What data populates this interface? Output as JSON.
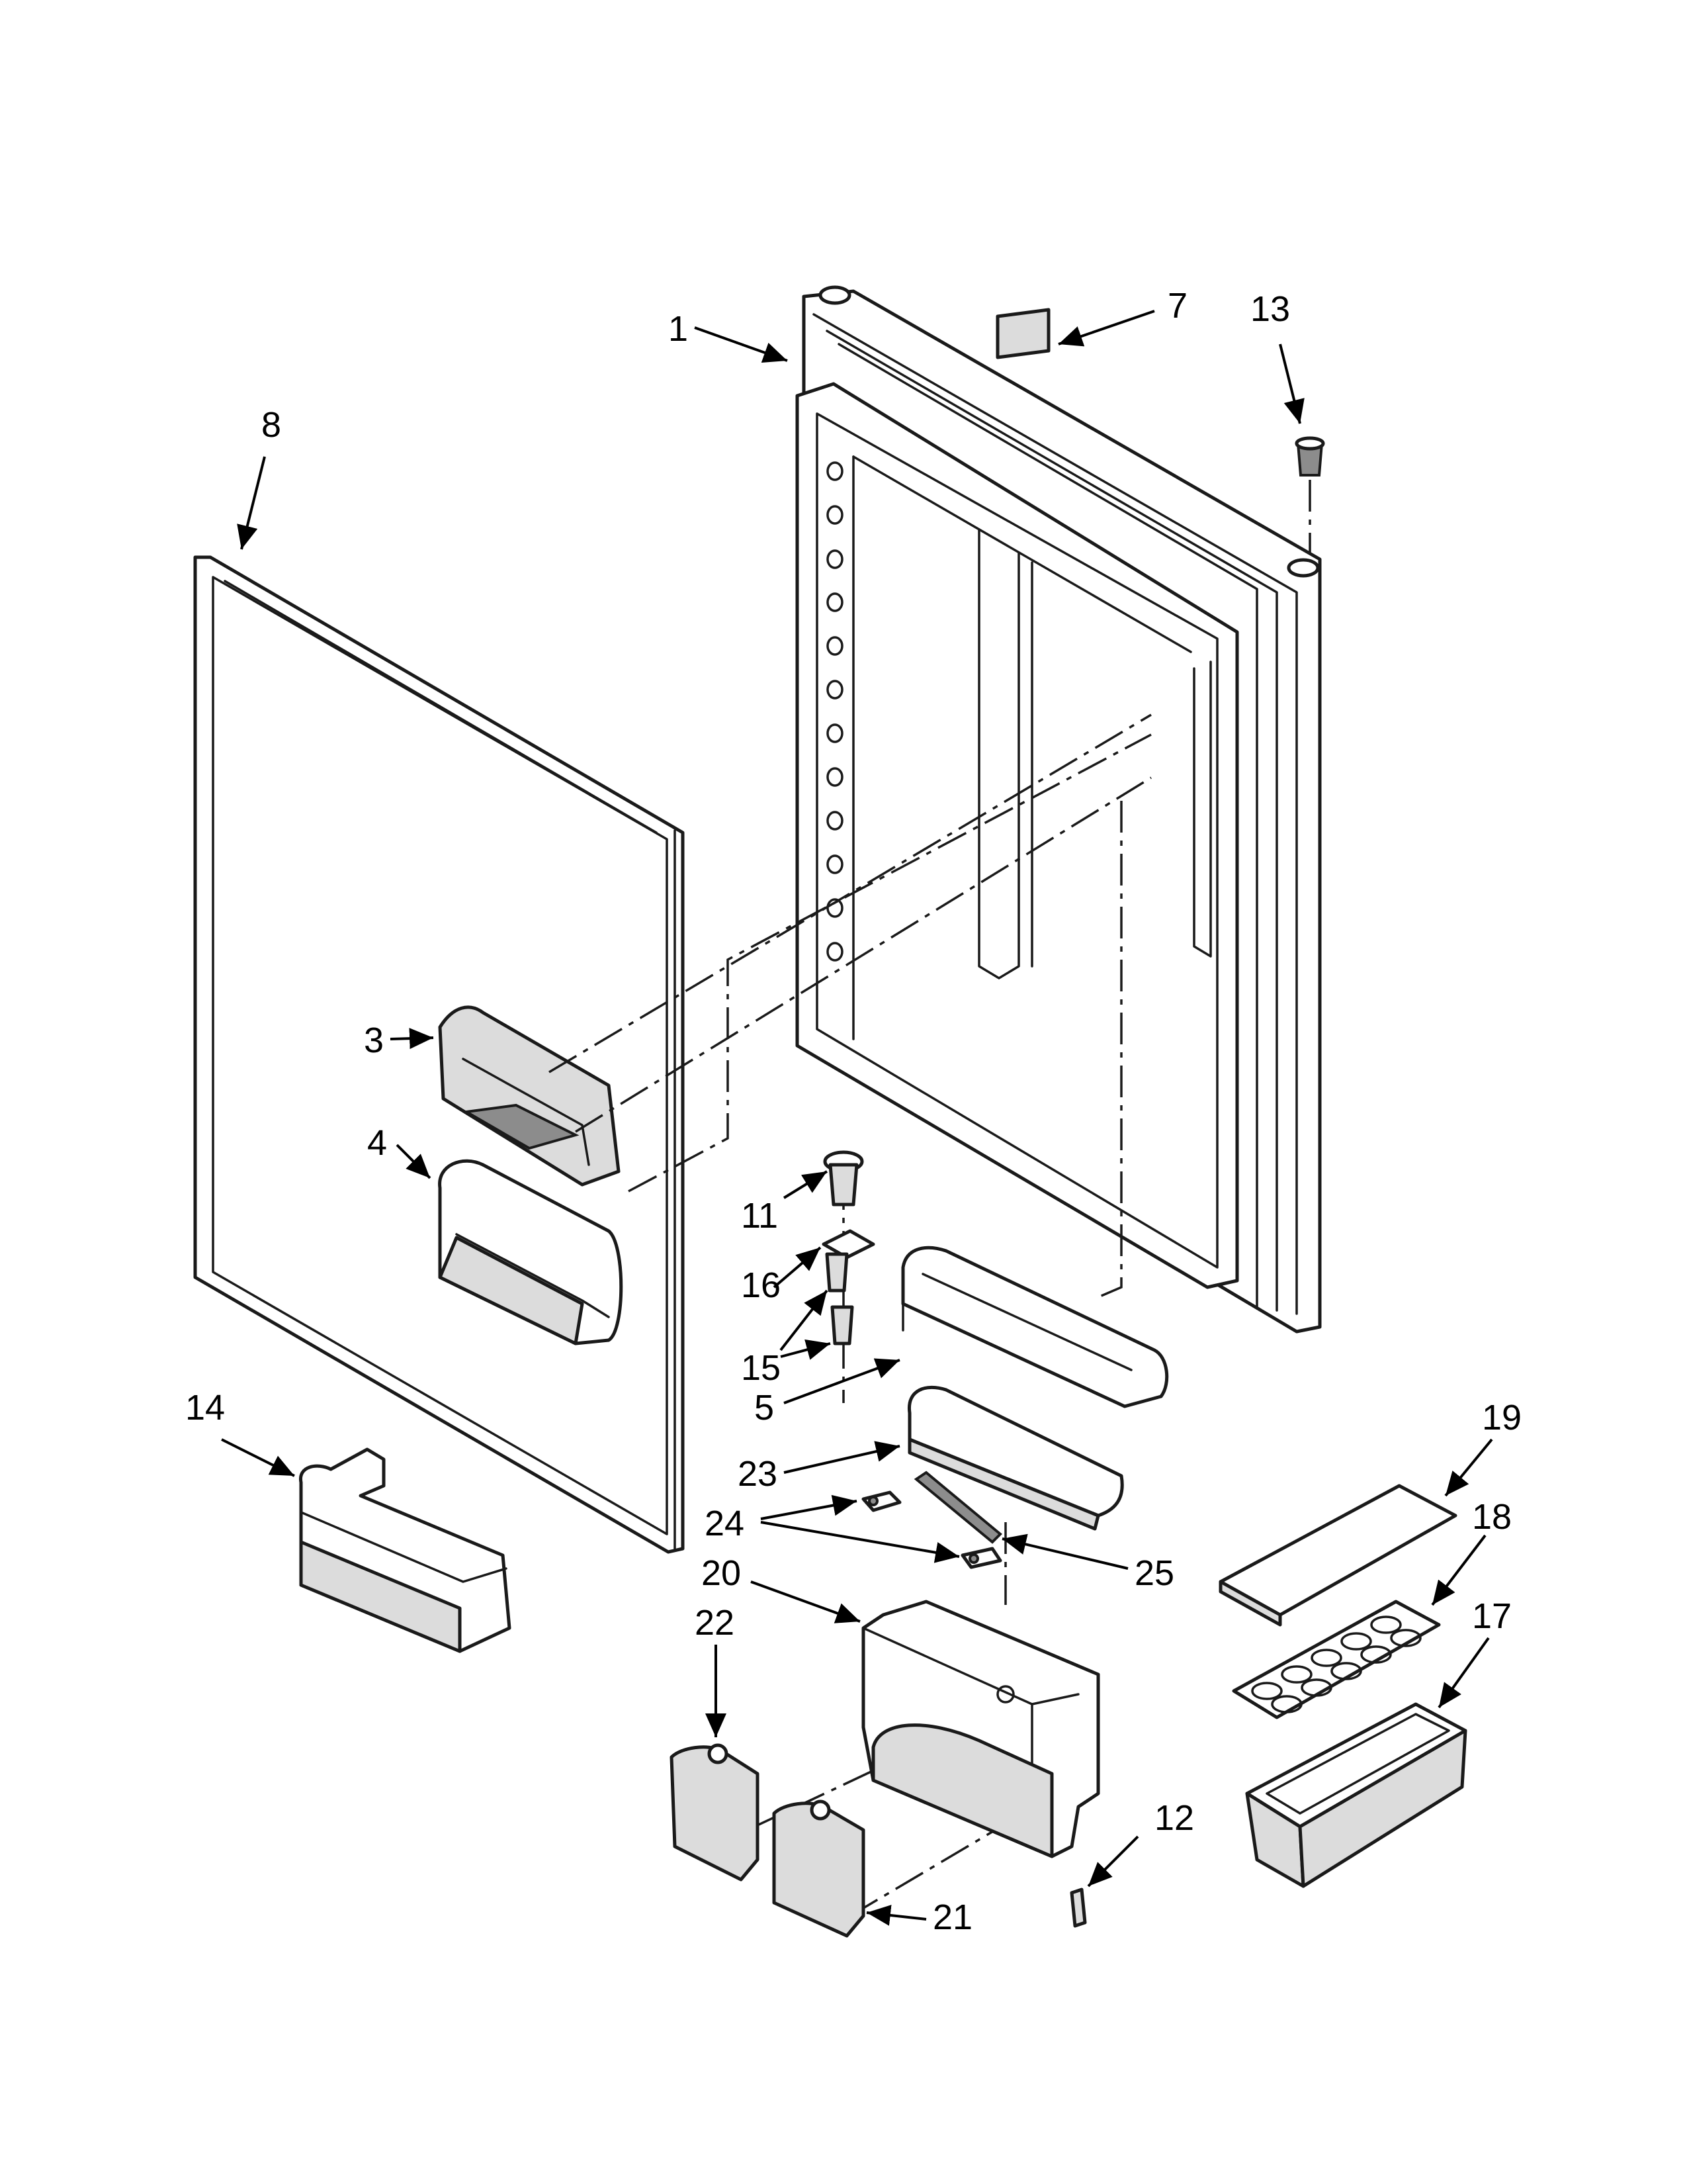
{
  "diagram": {
    "parts": [
      {
        "id": "1",
        "label": "1"
      },
      {
        "id": "3",
        "label": "3"
      },
      {
        "id": "4",
        "label": "4"
      },
      {
        "id": "5",
        "label": "5"
      },
      {
        "id": "7",
        "label": "7"
      },
      {
        "id": "8",
        "label": "8"
      },
      {
        "id": "11",
        "label": "11"
      },
      {
        "id": "12",
        "label": "12"
      },
      {
        "id": "13",
        "label": "13"
      },
      {
        "id": "14",
        "label": "14"
      },
      {
        "id": "15",
        "label": "15"
      },
      {
        "id": "16",
        "label": "16"
      },
      {
        "id": "17",
        "label": "17"
      },
      {
        "id": "18",
        "label": "18"
      },
      {
        "id": "19",
        "label": "19"
      },
      {
        "id": "20",
        "label": "20"
      },
      {
        "id": "21",
        "label": "21"
      },
      {
        "id": "22",
        "label": "22"
      },
      {
        "id": "23",
        "label": "23"
      },
      {
        "id": "24",
        "label": "24"
      },
      {
        "id": "25",
        "label": "25"
      }
    ]
  }
}
